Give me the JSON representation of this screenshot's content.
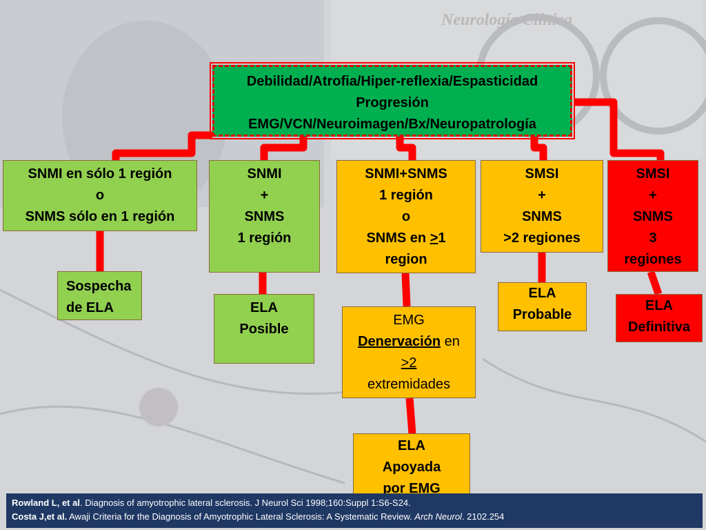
{
  "watermark": "Neurología Clínica",
  "top_box": {
    "line1": "Debilidad/Atrofia/Hiper-reflexia/Espasticidad",
    "line2": "Progresión",
    "line3": "EMG/VCN/Neuroimagen/Bx/Neuropatrología"
  },
  "categories": [
    {
      "line1": "SNMI en sólo 1 región",
      "line2": "o",
      "line3": "SNMS sólo en 1 región"
    },
    {
      "line1": "SNMI",
      "line2": "+",
      "line3": "SNMS",
      "line4": "1 región"
    },
    {
      "line1": "SNMI+SNMS",
      "line2": "1 región",
      "line3": "o",
      "line4_pre": "SNMS en ",
      "line4_u": ">",
      "line4_post": "1",
      "line5": "region"
    },
    {
      "line1": "SMSI",
      "line2": "+",
      "line3": "SNMS",
      "line4": ">2 regiones"
    },
    {
      "line1": "SMSI",
      "line2": "+",
      "line3": "SNMS",
      "line4": "3",
      "line5": "regiones"
    }
  ],
  "outcomes": {
    "sospecha": {
      "line1": "Sospecha",
      "line2": "de ELA"
    },
    "posible": {
      "line1": "ELA",
      "line2": "Posible"
    },
    "emg": {
      "line1": "EMG",
      "line2_u": "Denervación",
      "line2_post": " en",
      "line3_u": ">2",
      "line4": "extremidades"
    },
    "probable": {
      "line1": "ELA",
      "line2": "Probable"
    },
    "definitiva": {
      "line1": "ELA",
      "line2": "Definitiva"
    },
    "apoyada": {
      "line1": "ELA",
      "line2": "Apoyada",
      "line3": "por EMG"
    }
  },
  "footer": {
    "ref1_author": "Rowland L, et al",
    "ref1_text": ". Diagnosis of amyotrophic lateral sclerosis. J Neurol Sci 1998;160:Suppl 1:S6-S24.",
    "ref2_author": "Costa  J,et al.",
    "ref2_text": " Awaji Criteria for the Diagnosis of Amyotrophic Lateral Sclerosis: A Systematic Review. ",
    "ref2_journal": "Arch Neurol",
    "ref2_end": ". 2102.254"
  },
  "colors": {
    "green": "#92d050",
    "dark_green": "#00b050",
    "orange": "#ffc000",
    "red": "#ff0000",
    "footer": "#1f3864"
  }
}
